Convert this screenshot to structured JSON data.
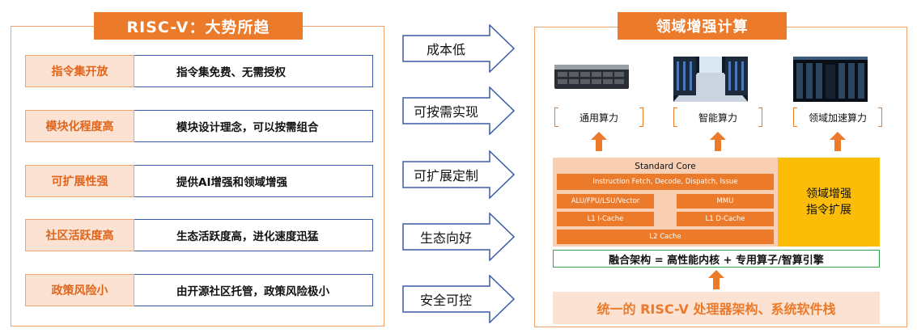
{
  "left": {
    "title": "RISC-V：大势所趋",
    "features": [
      {
        "label": "指令集开放",
        "desc": "指令集免费、无需授权"
      },
      {
        "label": "模块化程度高",
        "desc": "模块设计理念，可以按需组合"
      },
      {
        "label": "可扩展性强",
        "desc": "提供AI增强和领域增强"
      },
      {
        "label": "社区活跃度高",
        "desc": "生态活跃度高，进化速度迅猛"
      },
      {
        "label": "政策风险小",
        "desc": "由开源社区托管，政策风险极小"
      }
    ]
  },
  "arrows": [
    "成本低",
    "可按需实现",
    "可扩展定制",
    "生态向好",
    "安全可控"
  ],
  "right": {
    "title": "领域增强计算",
    "compute": [
      {
        "label": "通用算力",
        "icon": "rack-server-icon"
      },
      {
        "label": "智能算力",
        "icon": "data-center-aisle-icon"
      },
      {
        "label": "领域加速算力",
        "icon": "server-room-icon"
      }
    ],
    "core": {
      "title": "Standard Core",
      "pipeline": "Instruction Fetch, Decode, Dispatch, Issue",
      "alu": "ALU/FPU/LSU/Vector",
      "mmu": "MMU",
      "l1i": "L1 I-Cache",
      "l1d": "L1 D-Cache",
      "l2": "L2 Cache"
    },
    "extension": {
      "line1": "领域增强",
      "line2": "指令扩展"
    },
    "fusion": "融合架构 = 高性能内核 + 专用算子/智算引擎",
    "base": "统一的 RISC-V 处理器架构、系统软件栈"
  },
  "colors": {
    "accent": "#ec7a2b",
    "light": "#fbe2d2",
    "core_bg": "#f9cfb3",
    "extension": "#fbbd08",
    "blue": "#3a5ba8",
    "green": "#3aa04a"
  }
}
